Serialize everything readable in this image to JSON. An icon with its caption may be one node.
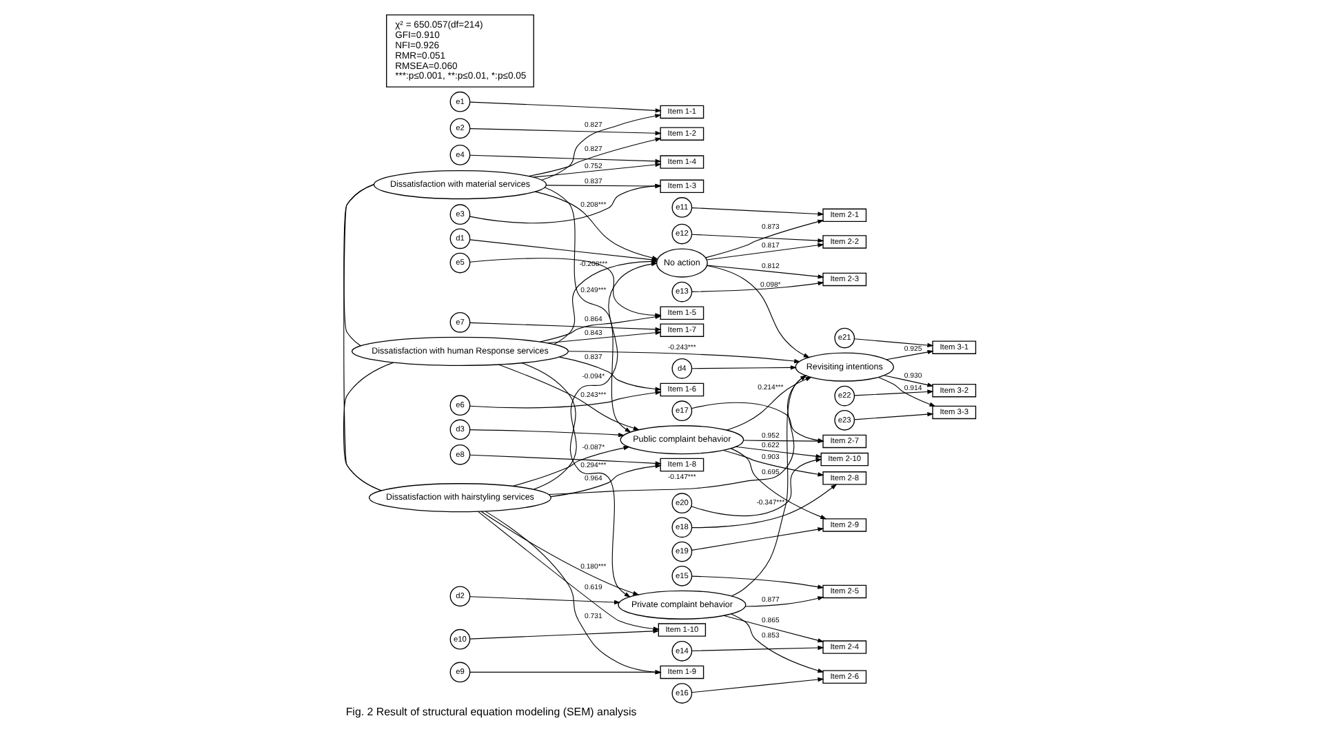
{
  "diagram": {
    "caption": "Fig. 2 Result of structural equation modeling (SEM) analysis",
    "nodes": [
      {
        "text": [
          "e1"
        ]
      },
      {
        "text": [
          "e2"
        ]
      },
      {
        "text": [
          "e3"
        ]
      },
      {
        "text": [
          "e4"
        ]
      },
      {
        "text": [
          "e5"
        ]
      },
      {
        "text": [
          "e6"
        ]
      },
      {
        "text": [
          "e7"
        ]
      },
      {
        "text": [
          "e8"
        ]
      },
      {
        "text": [
          "e9"
        ]
      },
      {
        "text": [
          "e10"
        ]
      },
      {
        "text": [
          "Item 1-1"
        ]
      },
      {
        "text": [
          "Item 1-2"
        ]
      },
      {
        "text": [
          "Item 1-3"
        ]
      },
      {
        "text": [
          "Item 1-4"
        ]
      },
      {
        "text": [
          "Item 1-5"
        ]
      },
      {
        "text": [
          "Item 1-6"
        ]
      },
      {
        "text": [
          "Item 1-7"
        ]
      },
      {
        "text": [
          "Item 1-8"
        ]
      },
      {
        "text": [
          "Item 1-9"
        ]
      },
      {
        "text": [
          "Item 1-10"
        ]
      },
      {
        "text": [
          "Dissatisfaction with material services"
        ]
      },
      {
        "text": [
          "Dissatisfaction with human Response services"
        ]
      },
      {
        "text": [
          "Dissatisfaction with hairstyling services"
        ]
      },
      {
        "text": [
          "e11"
        ]
      },
      {
        "text": [
          "e12"
        ]
      },
      {
        "text": [
          "e13"
        ]
      },
      {
        "text": [
          "Item 2-1"
        ]
      },
      {
        "text": [
          "Item 2-2"
        ]
      },
      {
        "text": [
          "Item 2-3"
        ]
      },
      {
        "text": [
          "No action"
        ]
      },
      {
        "text": [
          "d1"
        ]
      },
      {
        "text": [
          "e14"
        ]
      },
      {
        "text": [
          "e15"
        ]
      },
      {
        "text": [
          "e16"
        ]
      },
      {
        "text": [
          "Item 2-4"
        ]
      },
      {
        "text": [
          "Item 2-5"
        ]
      },
      {
        "text": [
          "Item 2-6"
        ]
      },
      {
        "text": [
          "Private complaint behavior"
        ]
      },
      {
        "text": [
          "d2"
        ]
      },
      {
        "text": [
          "d3"
        ]
      },
      {
        "text": [
          "Public complaint behavior"
        ]
      },
      {
        "text": [
          "Item 2-7"
        ]
      },
      {
        "text": [
          "Item 2-8"
        ]
      },
      {
        "text": [
          "Item 2-9"
        ]
      },
      {
        "text": [
          "Item 2-10"
        ]
      },
      {
        "text": [
          "e17"
        ]
      },
      {
        "text": [
          "e18"
        ]
      },
      {
        "text": [
          "e19"
        ]
      },
      {
        "text": [
          "e20"
        ]
      },
      {
        "text": [
          "d4"
        ]
      },
      {
        "text": [
          "Revisiting intentions"
        ]
      },
      {
        "text": [
          "Item 3-1"
        ]
      },
      {
        "text": [
          "Item 3-2"
        ]
      },
      {
        "text": [
          "Item 3-3"
        ]
      },
      {
        "text": [
          "e21"
        ]
      },
      {
        "text": [
          "e22"
        ]
      },
      {
        "text": [
          "e23"
        ]
      },
      {
        "text": [
          "χ² = 650.057(df=214)",
          "GFI=0.910",
          "NFI=0.926",
          "RMR=0.051",
          "RMSEA=0.060",
          "***:p≤0.001, **:p≤0.01, *:p≤0.05"
        ]
      }
    ],
    "edges": [
      {
        "from": 0,
        "to": 10,
        "arrow": "to"
      },
      {
        "from": 1,
        "to": 11,
        "arrow": "to"
      },
      {
        "from": 2,
        "to": 12,
        "arrow": "to"
      },
      {
        "from": 3,
        "to": 13,
        "arrow": "to"
      },
      {
        "from": 4,
        "to": 14,
        "arrow": "to"
      },
      {
        "from": 5,
        "to": 15,
        "arrow": "to"
      },
      {
        "from": 6,
        "to": 16,
        "arrow": "to"
      },
      {
        "from": 7,
        "to": 17,
        "arrow": "to"
      },
      {
        "from": 8,
        "to": 18,
        "arrow": "to"
      },
      {
        "from": 9,
        "to": 19,
        "arrow": "to"
      },
      {
        "from": 20,
        "to": 10,
        "arrow": "to",
        "label": "0.827"
      },
      {
        "from": 20,
        "to": 11,
        "arrow": "to",
        "label": "0.827"
      },
      {
        "from": 20,
        "to": 12,
        "arrow": "to",
        "label": "0.837"
      },
      {
        "from": 20,
        "to": 13,
        "arrow": "to",
        "label": "0.752"
      },
      {
        "from": 21,
        "to": 14,
        "arrow": "to",
        "label": "0.864"
      },
      {
        "from": 21,
        "to": 15,
        "arrow": "to",
        "label": "0.837"
      },
      {
        "from": 21,
        "to": 16,
        "arrow": "to",
        "label": "0.843"
      },
      {
        "from": 22,
        "to": 17,
        "arrow": "to",
        "label": "0.964"
      },
      {
        "from": 22,
        "to": 18,
        "arrow": "to",
        "label": "0.731"
      },
      {
        "from": 22,
        "to": 19,
        "arrow": "to",
        "label": "0.619"
      },
      {
        "from": 20,
        "to": 21,
        "arrow": "none"
      },
      {
        "from": 21,
        "to": 22,
        "arrow": "none"
      },
      {
        "from": 20,
        "to": 22,
        "arrow": "none"
      },
      {
        "from": 23,
        "to": 26,
        "arrow": "to"
      },
      {
        "from": 24,
        "to": 27,
        "arrow": "to"
      },
      {
        "from": 25,
        "to": 28,
        "arrow": "to"
      },
      {
        "from": 29,
        "to": 26,
        "arrow": "to",
        "label": "0.873"
      },
      {
        "from": 29,
        "to": 27,
        "arrow": "to",
        "label": "0.817"
      },
      {
        "from": 29,
        "to": 28,
        "arrow": "to",
        "label": "0.812"
      },
      {
        "from": 30,
        "to": 29,
        "arrow": "to"
      },
      {
        "from": 31,
        "to": 34,
        "arrow": "to"
      },
      {
        "from": 32,
        "to": 35,
        "arrow": "to"
      },
      {
        "from": 33,
        "to": 36,
        "arrow": "to"
      },
      {
        "from": 37,
        "to": 34,
        "arrow": "to",
        "label": "0.865"
      },
      {
        "from": 37,
        "to": 35,
        "arrow": "to",
        "label": "0.877"
      },
      {
        "from": 37,
        "to": 36,
        "arrow": "to",
        "label": "0.853"
      },
      {
        "from": 38,
        "to": 37,
        "arrow": "to"
      },
      {
        "from": 39,
        "to": 40,
        "arrow": "to"
      },
      {
        "from": 40,
        "to": 41,
        "arrow": "to",
        "label": "0.952"
      },
      {
        "from": 40,
        "to": 42,
        "arrow": "to",
        "label": "0.903"
      },
      {
        "from": 40,
        "to": 43,
        "arrow": "to",
        "label": "0.695"
      },
      {
        "from": 40,
        "to": 44,
        "arrow": "to",
        "label": "0.622"
      },
      {
        "from": 45,
        "to": 41,
        "arrow": "to"
      },
      {
        "from": 46,
        "to": 42,
        "arrow": "to"
      },
      {
        "from": 47,
        "to": 43,
        "arrow": "to"
      },
      {
        "from": 48,
        "to": 44,
        "arrow": "to"
      },
      {
        "from": 49,
        "to": 50,
        "arrow": "to"
      },
      {
        "from": 50,
        "to": 51,
        "arrow": "to",
        "label": "0.925"
      },
      {
        "from": 50,
        "to": 52,
        "arrow": "to",
        "label": "0.930"
      },
      {
        "from": 50,
        "to": 53,
        "arrow": "to",
        "label": "0.914"
      },
      {
        "from": 54,
        "to": 51,
        "arrow": "to"
      },
      {
        "from": 55,
        "to": 52,
        "arrow": "to"
      },
      {
        "from": 56,
        "to": 53,
        "arrow": "to"
      },
      {
        "from": 20,
        "to": 29,
        "arrow": "to",
        "label": "0.208***"
      },
      {
        "from": 21,
        "to": 29,
        "arrow": "to",
        "label": "-0.208***"
      },
      {
        "from": 22,
        "to": 29,
        "arrow": "to",
        "label": "-0.094*"
      },
      {
        "from": 21,
        "to": 37,
        "arrow": "to",
        "label": "0.294***"
      },
      {
        "from": 22,
        "to": 37,
        "arrow": "to",
        "label": "0.180***"
      },
      {
        "from": 20,
        "to": 40,
        "arrow": "to",
        "label": "0.249***"
      },
      {
        "from": 21,
        "to": 40,
        "arrow": "to",
        "label": "0.243***"
      },
      {
        "from": 22,
        "to": 40,
        "arrow": "to",
        "label": "-0.087*"
      },
      {
        "from": 29,
        "to": 50,
        "arrow": "to",
        "label": "0.098*"
      },
      {
        "from": 21,
        "to": 50,
        "arrow": "to",
        "label": "-0.243***"
      },
      {
        "from": 37,
        "to": 50,
        "arrow": "to",
        "label": "-0.347***"
      },
      {
        "from": 22,
        "to": 50,
        "arrow": "to",
        "label": "-0.147***"
      },
      {
        "from": 40,
        "to": 50,
        "arrow": "to",
        "label": "0.214***"
      }
    ]
  }
}
